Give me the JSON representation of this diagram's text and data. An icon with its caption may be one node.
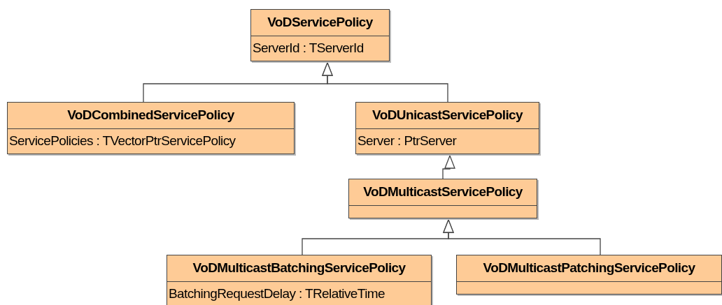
{
  "diagram": {
    "nodes": [
      {
        "text": [
          "VoDServicePolicy",
          "ServerId : TServerId"
        ]
      },
      {
        "text": [
          "VoDCombinedServicePolicy",
          "ServicePolicies : TVectorPtrServicePolicy"
        ]
      },
      {
        "text": [
          "VoDUnicastServicePolicy",
          "Server : PtrServer"
        ]
      },
      {
        "text": [
          "VoDMulticastServicePolicy"
        ]
      },
      {
        "text": [
          "VoDMulticastBatchingServicePolicy",
          "BatchingRequestDelay : TRelativeTime"
        ]
      },
      {
        "text": [
          "VoDMulticastPatchingServicePolicy"
        ]
      }
    ],
    "edges": [
      {
        "from": 1,
        "to": 0,
        "arrow": "to"
      },
      {
        "from": 2,
        "to": 0,
        "arrow": "to"
      },
      {
        "from": 3,
        "to": 2,
        "arrow": "to"
      },
      {
        "from": 4,
        "to": 3,
        "arrow": "to"
      },
      {
        "from": 5,
        "to": 3,
        "arrow": "to"
      }
    ]
  }
}
